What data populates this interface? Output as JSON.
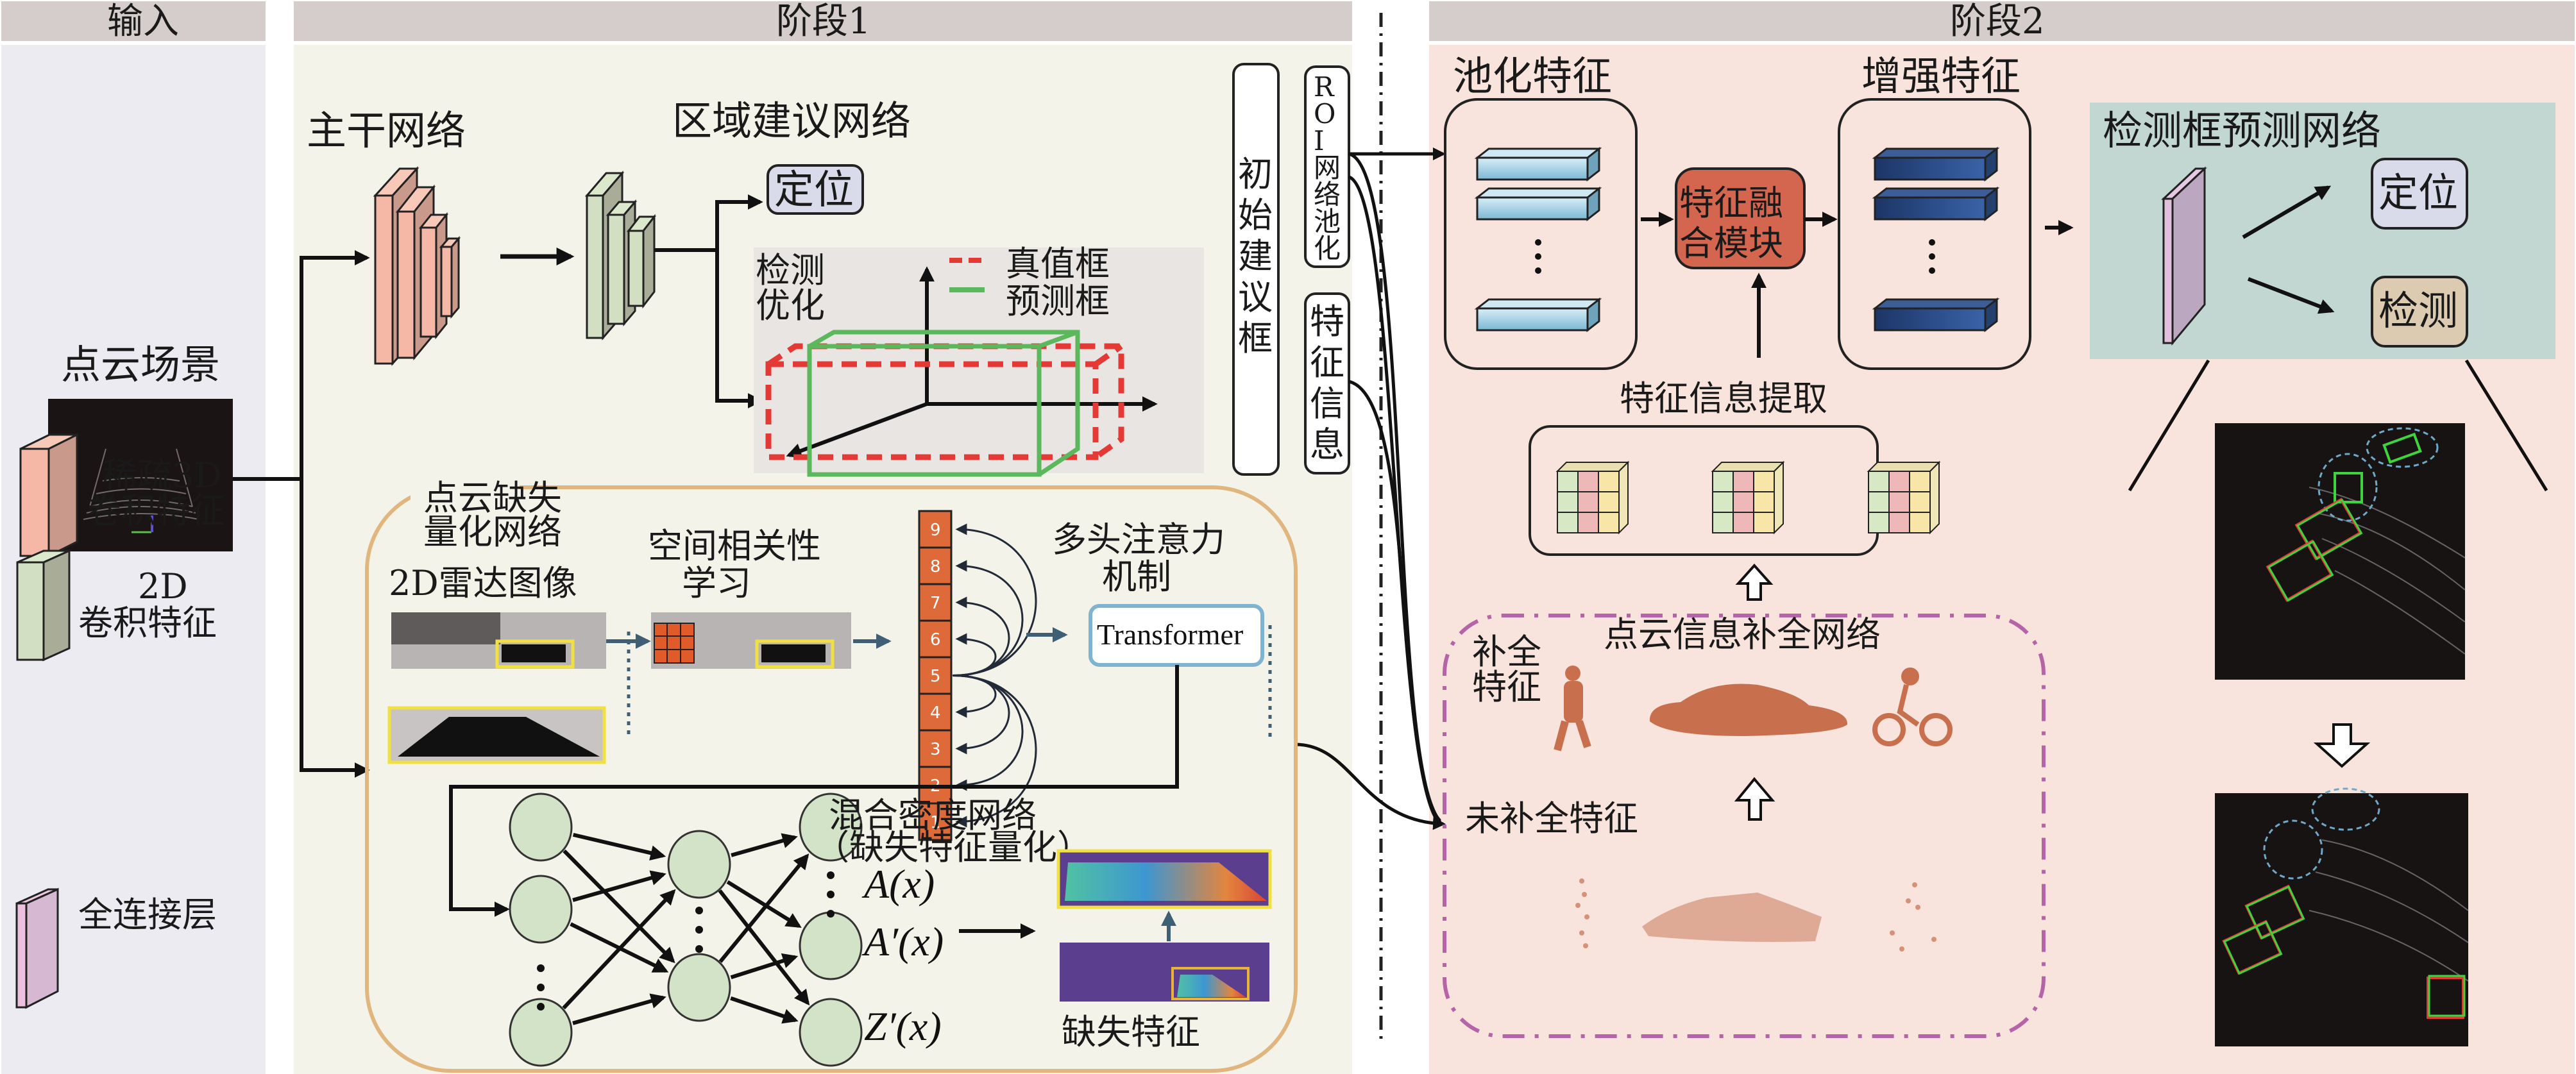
{
  "colors": {
    "header_bar": "#d5cdcb",
    "input_panel": "#ecebf1",
    "stage1_panel": "#f3f3e9",
    "stage2_panel": "#f8e4dc",
    "sparse3d_block": "#f5b7a6",
    "conv2d_block": "#d3dfc3",
    "fc_layer": "#d7b8d2",
    "localize_box": "#d9dbeb",
    "detect_box": "#dccbb0",
    "fusion_module": "#d4654f",
    "pooled_feature": "#8ec5dd",
    "enhanced_feature": "#2b4f8e",
    "token_cell": "#de6a3a",
    "ground_truth_box": "#e53935",
    "predicted_box": "#5cb85c",
    "completion_border": "#b565a7",
    "missing_net_border": "#e0b67e",
    "detection_head_bg": "#c2d6d2"
  },
  "headers": {
    "input": "输入",
    "stage1": "阶段1",
    "stage2": "阶段2"
  },
  "input_panel": {
    "scene_label": "点云场景",
    "legend": [
      {
        "icon": "sparse-3d-block-icon",
        "line1": "稀疏3D",
        "line2": "卷积特征"
      },
      {
        "icon": "conv-2d-block-icon",
        "line1": "2D",
        "line2": "卷积特征"
      },
      {
        "icon": "fc-layer-icon",
        "line1": "全连接层",
        "line2": ""
      }
    ]
  },
  "stage1": {
    "backbone_label": "主干网络",
    "rpn_label": "区域建议网络",
    "localize_label": "定位",
    "refine_label_line1": "检测",
    "refine_label_line2": "优化",
    "legend_gt": "真值框",
    "legend_pred": "预测框",
    "proposal_label": "初始建议框",
    "roi_label": [
      "R",
      "O",
      "I",
      "网",
      "络",
      "池",
      "化"
    ],
    "feature_info_label": "特征信息",
    "missing_net": {
      "title_line1": "点云缺失",
      "title_line2": "量化网络",
      "radar_image_label": "2D雷达图像",
      "spatial_label_line1": "空间相关性",
      "spatial_label_line2": "学习",
      "attention_label_line1": "多头注意力",
      "attention_label_line2": "机制",
      "tokens": [
        "9",
        "8",
        "7",
        "6",
        "5",
        "4",
        "3",
        "2",
        "1"
      ],
      "transformer_label": "Transformer",
      "mdn_label_line1": "混合密度网络",
      "mdn_label_line2": "（缺失特征量化）",
      "outputs": [
        "A(x)",
        "A′(x)",
        "Z′(x)"
      ],
      "missing_feature_label": "缺失特征"
    }
  },
  "stage2": {
    "pooled_label": "池化特征",
    "fusion_label_line1": "特征融",
    "fusion_label_line2": "合模块",
    "enhanced_label": "增强特征",
    "extract_label": "特征信息提取",
    "completion": {
      "title": "点云信息补全网络",
      "completed_line1": "补全",
      "completed_line2": "特征",
      "incomplete_label": "未补全特征"
    },
    "head": {
      "title": "检测框预测网络",
      "localize_label": "定位",
      "detect_label": "检测"
    }
  }
}
